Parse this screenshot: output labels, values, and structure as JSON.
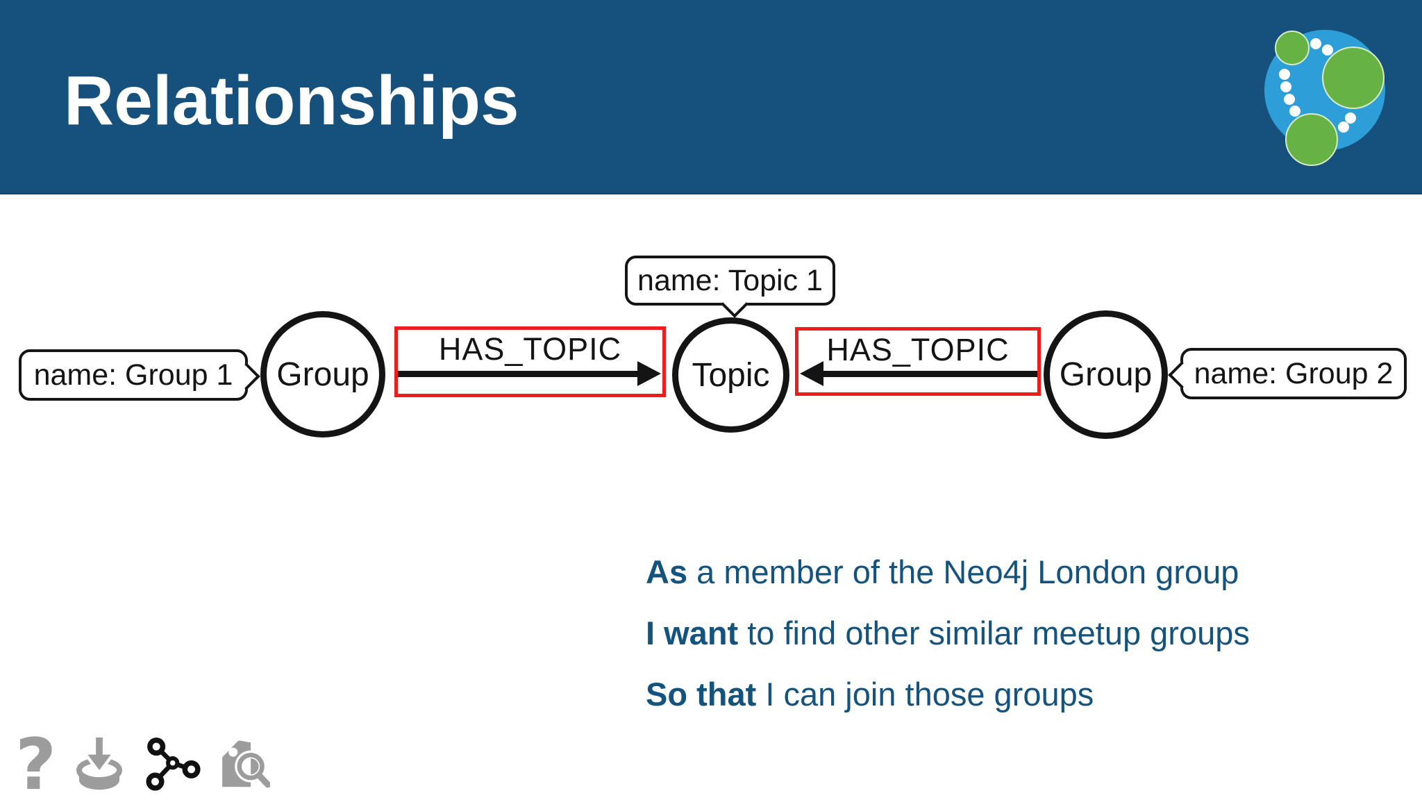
{
  "slide": {
    "title": "Relationships",
    "colors": {
      "header_bg": "#15517C",
      "accent_red": "#EE1C1C",
      "text_blue": "#15537F",
      "icon_gray": "#9C9C9C",
      "diagram_black": "#141414",
      "logo_blue": "#2D9ED8",
      "logo_green": "#67B245"
    }
  },
  "diagram": {
    "property_labels": {
      "group1": "name: Group 1",
      "topic1": "name: Topic 1",
      "group2": "name: Group 2"
    },
    "nodes": [
      {
        "label": "Group"
      },
      {
        "label": "Topic"
      },
      {
        "label": "Group"
      }
    ],
    "relationships": [
      {
        "label": "HAS_TOPIC",
        "direction": "right"
      },
      {
        "label": "HAS_TOPIC",
        "direction": "left"
      }
    ]
  },
  "user_story": {
    "lines": [
      {
        "bold": "As",
        "rest": " a member of the Neo4j London group"
      },
      {
        "bold": "I want",
        "rest": " to find other similar meetup groups"
      },
      {
        "bold": "So that",
        "rest": " I can join those groups"
      }
    ]
  },
  "footer": {
    "help_glyph": "?"
  }
}
